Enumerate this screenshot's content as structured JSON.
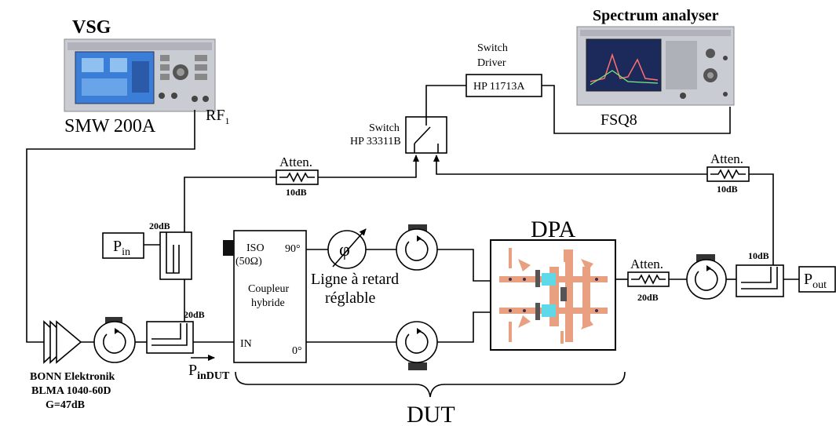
{
  "instruments": {
    "vsg": {
      "title": "VSG",
      "model": "SMW 200A",
      "port": "RF",
      "port_sub": "1"
    },
    "spectrum": {
      "title": "Spectrum analyser",
      "model": "FSQ8"
    },
    "switch_driver": {
      "title_line1": "Switch",
      "title_line2": "Driver",
      "model": "HP 11713A"
    },
    "switch": {
      "title_line1": "Switch",
      "title_line2": "HP 33311B"
    }
  },
  "attenuators": {
    "left": {
      "label": "Atten.",
      "value": "10dB"
    },
    "right": {
      "label": "Atten.",
      "value": "10dB"
    },
    "output": {
      "label": "Atten.",
      "value": "20dB"
    }
  },
  "couplers": {
    "pin_coupler": "20dB",
    "input_coupler": "20dB",
    "output_coupler": "10dB"
  },
  "ports": {
    "pin": {
      "main": "P",
      "sub": "in"
    },
    "pout": {
      "main": "P",
      "sub": "out"
    },
    "pindut": {
      "main": "P",
      "sub": "inDUT"
    }
  },
  "hybrid": {
    "iso_line1": "ISO",
    "iso_line2": "(50Ω)",
    "port_90": "90°",
    "port_0": "0°",
    "port_in": "IN",
    "name_line1": "Coupleur",
    "name_line2": "hybride"
  },
  "phase_shifter": {
    "symbol": "φ",
    "label_line1": "Ligne à retard",
    "label_line2": "réglable"
  },
  "dpa": {
    "title": "DPA"
  },
  "amplifier": {
    "line1": "BONN Elektronik",
    "line2": "BLMA 1040-60D",
    "line3": "G=47dB"
  },
  "dut": {
    "label": "DUT"
  },
  "colors": {
    "pcb": "#e8a080",
    "pcb_core": "#5fd8e8",
    "device_panel": "#3a7ed8",
    "device_body": "#c9ccd2"
  }
}
